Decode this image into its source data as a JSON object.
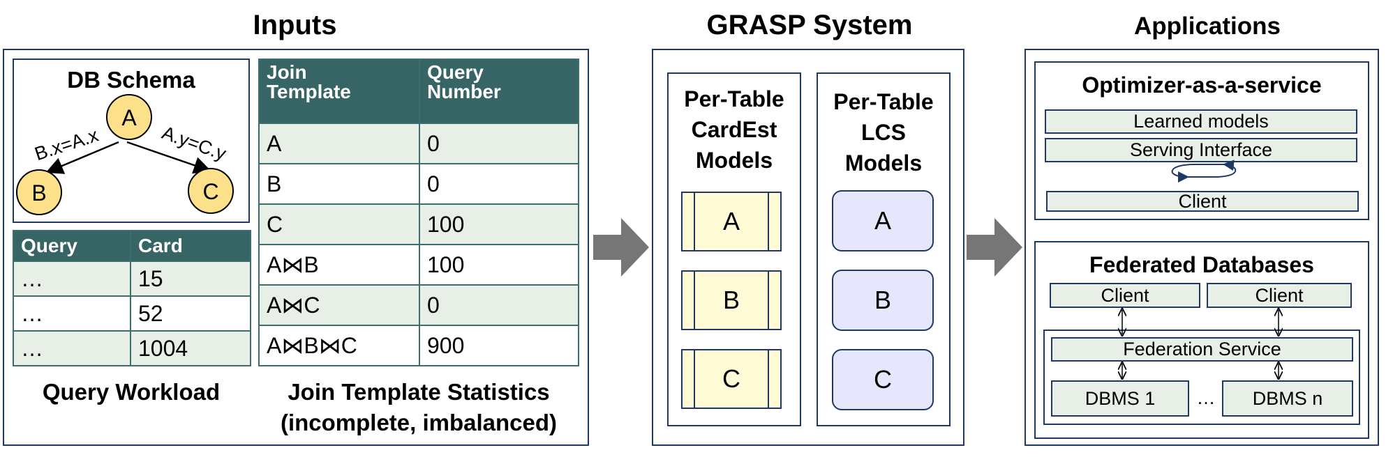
{
  "sections": {
    "inputs": "Inputs",
    "grasp": "GRASP System",
    "applications": "Applications"
  },
  "schema": {
    "title": "DB Schema",
    "nodes": [
      "A",
      "B",
      "C"
    ],
    "edges": [
      "B.x=A.x",
      "A.y=C.y"
    ]
  },
  "query_workload": {
    "caption": "Query Workload",
    "headers": [
      "Query",
      "Card"
    ],
    "rows": [
      [
        "…",
        "15"
      ],
      [
        "…",
        "52"
      ],
      [
        "…",
        "1004"
      ]
    ]
  },
  "join_templates": {
    "caption_line1": "Join Template Statistics",
    "caption_line2": "(incomplete, imbalanced)",
    "headers": [
      "Join\nTemplate",
      "Query\nNumber"
    ],
    "rows": [
      [
        "A",
        "0"
      ],
      [
        "B",
        "0"
      ],
      [
        "C",
        "100"
      ],
      [
        "A⋈B",
        "100"
      ],
      [
        "A⋈C",
        "0"
      ],
      [
        "A⋈B⋈C",
        "900"
      ]
    ]
  },
  "grasp": {
    "cardest_title": "Per-Table\nCardEst\nModels",
    "lcs_title": "Per-Table\nLCS\nModels",
    "cardest_models": [
      "A",
      "B",
      "C"
    ],
    "lcs_models": [
      "A",
      "B",
      "C"
    ]
  },
  "optimizer": {
    "title": "Optimizer-as-a-service",
    "learned": "Learned  models",
    "serving": "Serving  Interface",
    "client": "Client"
  },
  "federated": {
    "title": "Federated Databases",
    "client_left": "Client",
    "client_right": "Client",
    "service": "Federation  Service",
    "dbms_left": "DBMS 1",
    "ellipsis": "…",
    "dbms_right": "DBMS n"
  },
  "colors": {
    "border": "#1f3864",
    "table_header": "#376464",
    "table_shade": "#e8efe6",
    "node_fill": "#fde08a",
    "cardest_fill": "#fffbd7",
    "lcs_fill": "#e6e6fc",
    "arrow": "#767676"
  }
}
